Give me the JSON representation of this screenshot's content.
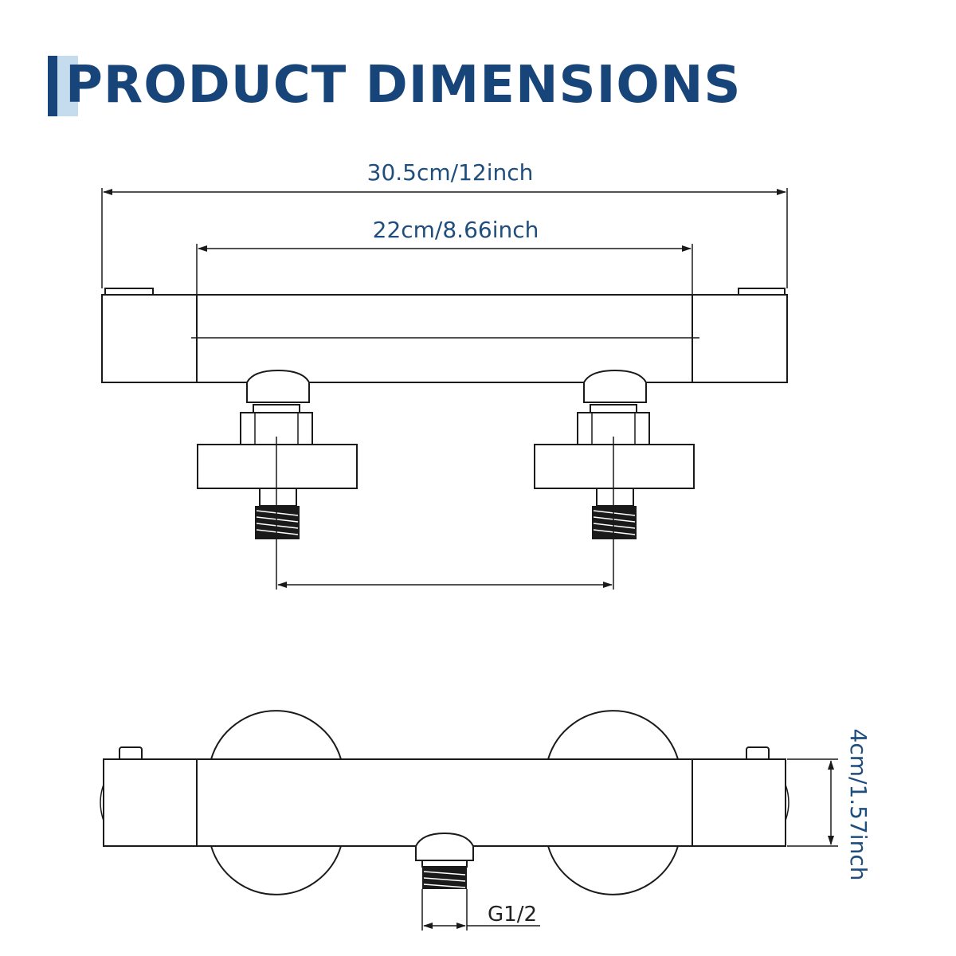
{
  "title": "PRODUCT DIMENSIONS",
  "dimensions": {
    "overall_length": "30.5cm/12inch",
    "inner_length": "22cm/8.66inch",
    "height": "4cm/1.57inch",
    "thread": "G1/2"
  },
  "colors": {
    "accent": "#17457a",
    "accent_light": "#c5dcef",
    "dimension_text": "#1f4e7d",
    "line": "#1a1a1a"
  }
}
